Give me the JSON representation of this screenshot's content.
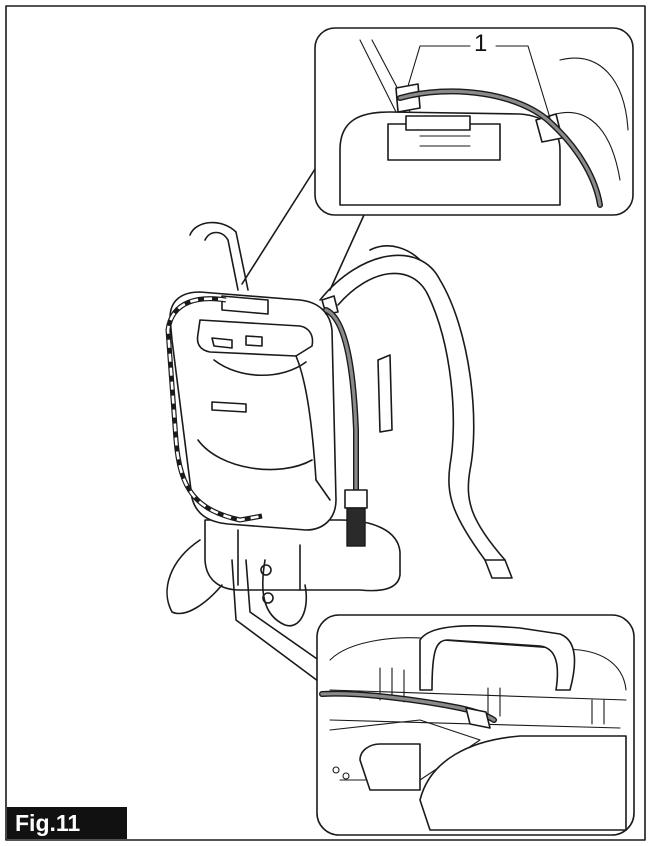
{
  "figure": {
    "label": "Fig.11",
    "callout": "1"
  },
  "colors": {
    "line": "#1a1a1a",
    "cable": "#8a8a8a",
    "label_bg": "#111111"
  },
  "icons": [
    "backpack-battery-illustration",
    "buckle-zoom-inset",
    "bottom-clip-zoom-inset"
  ]
}
